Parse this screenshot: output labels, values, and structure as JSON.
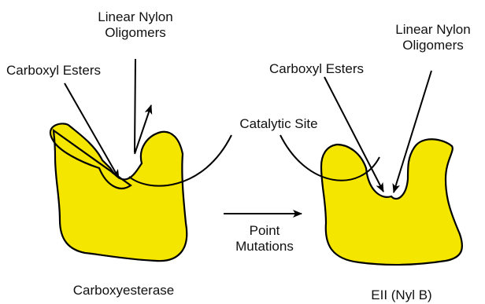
{
  "labels": {
    "left_oligomers": [
      "Linear Nylon",
      "Oligomers"
    ],
    "left_esters": "Carboxyl Esters",
    "catalytic_site": "Catalytic Site",
    "right_esters": "Carboxyl Esters",
    "right_oligomers": [
      "Linear Nylon",
      "Oligomers"
    ],
    "transition": [
      "Point",
      "Mutations"
    ],
    "left_enzyme": "Carboxyesterase",
    "right_enzyme": "EII (Nyl B)"
  },
  "colors": {
    "enzyme_fill": "#f5e600",
    "stroke": "#000000",
    "text": "#111111"
  }
}
